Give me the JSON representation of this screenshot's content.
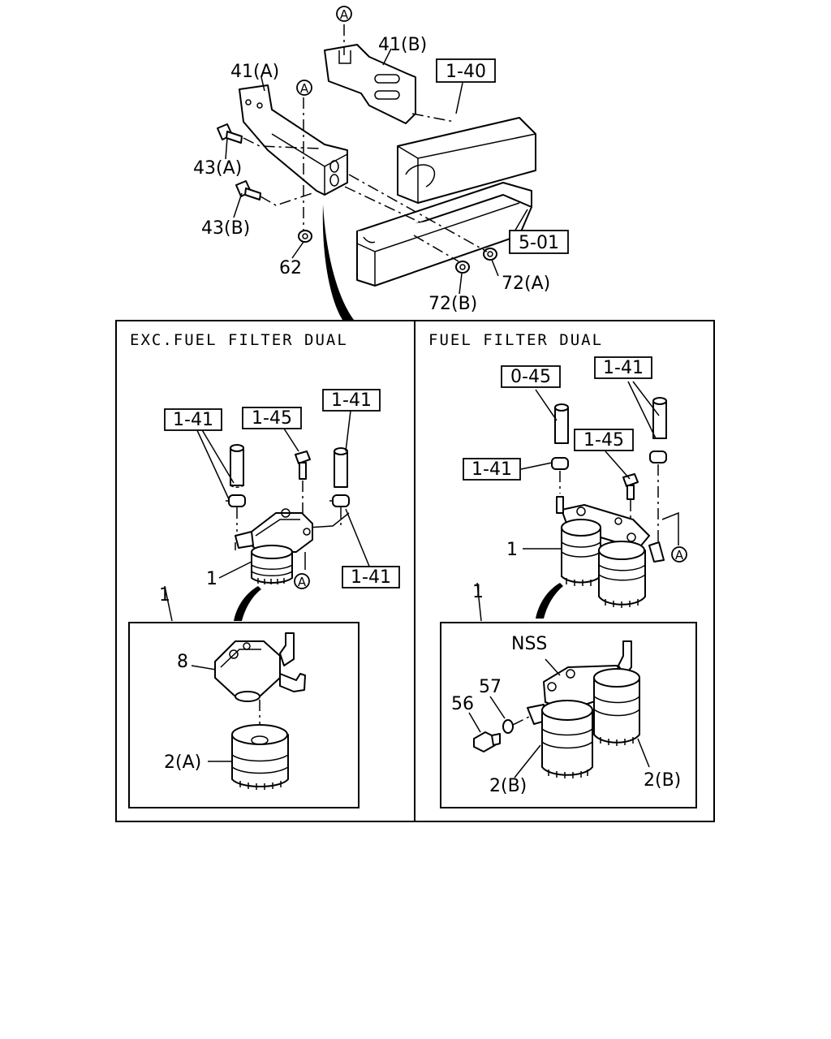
{
  "sections": {
    "left_title": "EXC.FUEL FILTER DUAL",
    "right_title": "FUEL FILTER DUAL"
  },
  "ref": {
    "r140": "1-40",
    "r501": "5-01",
    "r141_left_a": "1-41",
    "r145_left": "1-45",
    "r141_left_b": "1-41",
    "r141_left_c": "1-41",
    "r045": "0-45",
    "r141_right_a": "1-41",
    "r145_right": "1-45",
    "r141_right_b": "1-41"
  },
  "labels": {
    "p41a": "41(A)",
    "p41b": "41(B)",
    "p43a": "43(A)",
    "p43b": "43(B)",
    "p62": "62",
    "p72a": "72(A)",
    "p72b": "72(B)",
    "p1_left": "1",
    "p1_left_detail": "1",
    "p8": "8",
    "p2a": "2(A)",
    "p1_right": "1",
    "p1_right_detail": "1",
    "nss": "NSS",
    "p56": "56",
    "p57": "57",
    "p2b_left": "2(B)",
    "p2b_right": "2(B)"
  },
  "markers": {
    "top": "A",
    "mid": "A",
    "left": "A",
    "right": "A"
  }
}
